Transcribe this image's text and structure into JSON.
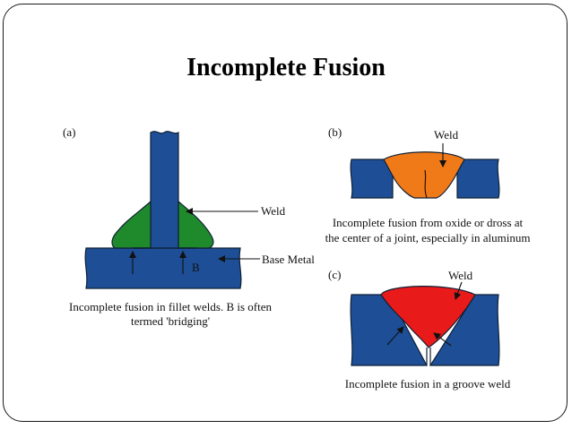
{
  "title": "Incomplete Fusion",
  "colors": {
    "base_metal": "#1d4e96",
    "outline": "#0f2035",
    "weld_a": "#1e8a2b",
    "weld_b": "#f07a18",
    "weld_c": "#e81a1a"
  },
  "panel_a": {
    "letter": "(a)",
    "weld_label": "Weld",
    "base_metal_label": "Base Metal",
    "b_label": "B",
    "caption_line1": "Incomplete fusion in fillet welds. B is often",
    "caption_line2": "termed 'bridging'"
  },
  "panel_b": {
    "letter": "(b)",
    "weld_label": "Weld",
    "caption_line1": "Incomplete fusion from oxide or dross at",
    "caption_line2": "the center of a joint, especially in aluminum"
  },
  "panel_c": {
    "letter": "(c)",
    "weld_label": "Weld",
    "caption_line1": "Incomplete fusion in a groove weld"
  }
}
